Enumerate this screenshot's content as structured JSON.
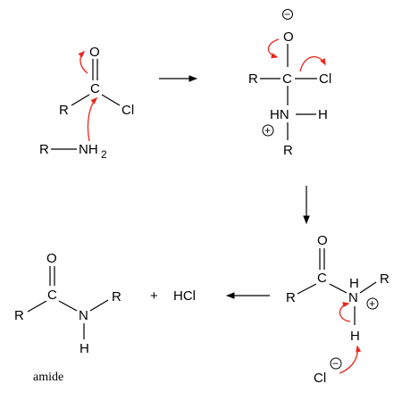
{
  "atoms": {
    "O": "O",
    "C": "C",
    "Cl": "Cl",
    "R": "R",
    "N": "N",
    "H": "H",
    "NH2": "NH",
    "sub2": "2",
    "HN": "HN",
    "HCl": "HCl",
    "ClIon": "Cl"
  },
  "symbols": {
    "minus": "−",
    "plus": "+",
    "sum": "+"
  },
  "labels": {
    "amide": "amide"
  },
  "colors": {
    "curly_arrow": "#e8261c",
    "ink": "#000000"
  }
}
